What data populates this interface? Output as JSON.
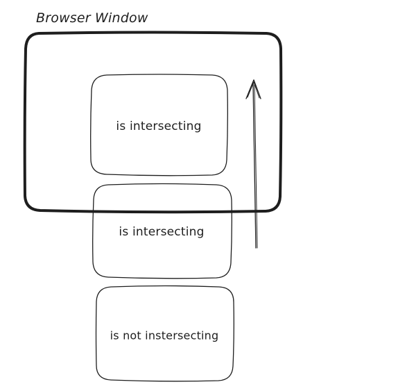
{
  "diagram": {
    "viewport_title": "Browser Window",
    "boxes": [
      {
        "label": "is intersecting"
      },
      {
        "label": "is intersecting"
      },
      {
        "label": "is not instersecting"
      }
    ],
    "scroll_arrow_icon": "arrow-up-icon",
    "stroke_color": "#1e1e1e",
    "background_color": "#ffffff"
  }
}
